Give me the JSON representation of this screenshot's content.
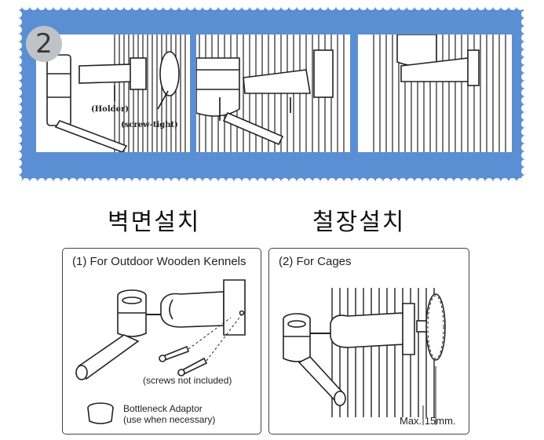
{
  "step": {
    "number": "2"
  },
  "top_panels": {
    "panel1": {
      "holder_label": "(Holder)",
      "screw_label": "(screw-tight)"
    }
  },
  "headings": {
    "wall_install": "벽면설치",
    "cage_install": "철장설치"
  },
  "outdoor": {
    "title": "(1) For Outdoor Wooden Kennels",
    "screws_note": "(screws not included)",
    "adaptor_line1": "Bottleneck Adaptor",
    "adaptor_line2": "(use when necessary)"
  },
  "cages": {
    "title": "(2) For Cages",
    "max_label": "Max. 15mm."
  },
  "colors": {
    "banner": "#5b8fd3",
    "badge": "#bfc3c7"
  }
}
